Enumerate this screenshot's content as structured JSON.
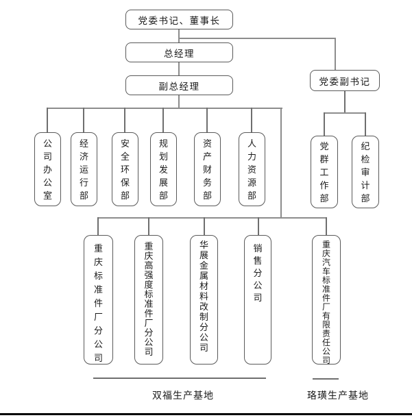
{
  "top_boxes": {
    "chairman": "党委书记、董事长",
    "general_manager": "总经理",
    "deputy_general_manager": "副总经理",
    "deputy_party_secretary": "党委副书记"
  },
  "departments": [
    "公司办公室",
    "经济运行部",
    "安全环保部",
    "规划发展部",
    "资产财务部",
    "人力资源部"
  ],
  "party_departments": [
    "党群工作部",
    "纪检审计部"
  ],
  "subsidiaries": [
    "重庆标准件厂分公司",
    "重庆高强度标准件厂分公司",
    "华展金属材料改制分公司",
    "销售分公司",
    "重庆汽车标准件厂有限责任公司"
  ],
  "base_labels": [
    "双福生产基地",
    "珞璜生产基地"
  ],
  "colors": {
    "connector": "#8c8c8c",
    "box_border": "#595959",
    "text": "#1a1a1a",
    "page_rule": "#000000",
    "background": "#ffffff"
  }
}
